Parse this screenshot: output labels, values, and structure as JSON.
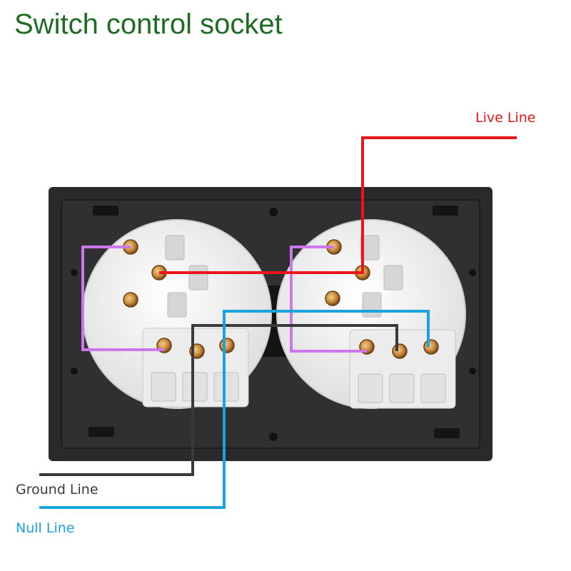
{
  "title": "Switch control socket",
  "labels": {
    "live": "Live Line",
    "ground": "Ground Line",
    "null": "Null Line"
  },
  "colors": {
    "title": "#1e6b24",
    "live": "#e8161b",
    "ground": "#3a3a3a",
    "null": "#1aa3dc",
    "switch_wire": "#cc77ee",
    "panel": "#2a2a2c",
    "socket_body": "#f4f4f4",
    "terminal": "#c98a3c"
  }
}
